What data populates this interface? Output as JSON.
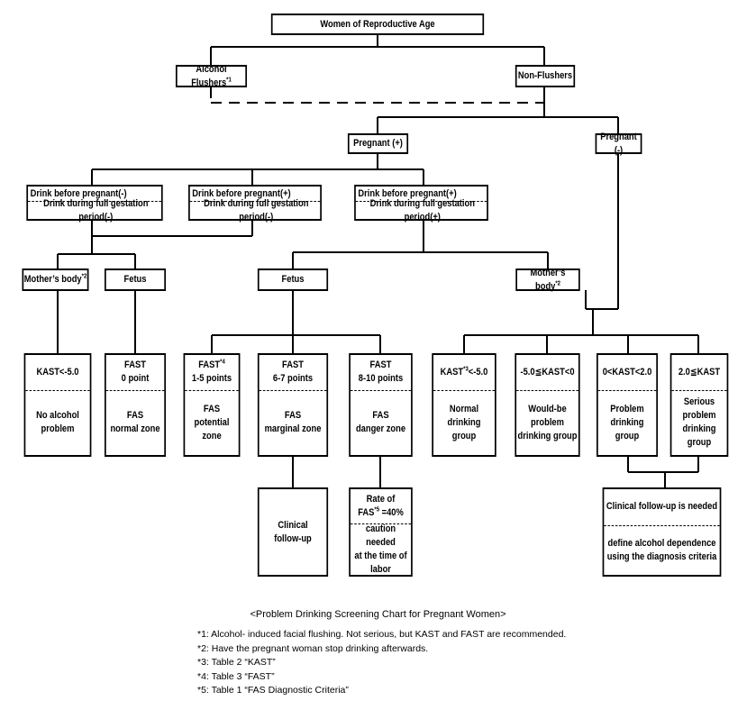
{
  "root": "Women of Reproductive Age",
  "flushers": {
    "label": "Alcohol Flushers",
    "note": "*1"
  },
  "non_flushers": "Non-Flushers",
  "pregnant_pos": "Pregnant (+)",
  "pregnant_neg": "Pregnant (-)",
  "drink_a": {
    "top": "Drink before pregnant(-)",
    "bottom": "Drink during full gestation period(-)"
  },
  "drink_b": {
    "top": "Drink before pregnant(+)",
    "bottom": "Drink during full gestation period(-)"
  },
  "drink_c": {
    "top": "Drink before pregnant(+)",
    "bottom": "Drink during full gestation period(+)"
  },
  "mothers_body_left": {
    "label": "Mother’s body",
    "note": "*2"
  },
  "fetus_left": "Fetus",
  "fetus_mid": "Fetus",
  "mothers_body_right": {
    "label": "Mother’s body",
    "note": "*2"
  },
  "kast_left": {
    "top": "KAST<-5.0",
    "bottom1": "No alcohol",
    "bottom2": "problem"
  },
  "fast_0": {
    "top1": "FAST",
    "top2": "0 point",
    "bottom1": "FAS",
    "bottom2": "normal zone"
  },
  "fast_1_5": {
    "top1": "FAST",
    "note": "*4",
    "top2": "1-5 points",
    "bottom1": "FAS",
    "bottom2": "potential zone"
  },
  "fast_6_7": {
    "top1": "FAST",
    "top2": "6-7 points",
    "bottom1": "FAS",
    "bottom2": "marginal zone"
  },
  "fast_8_10": {
    "top1": "FAST",
    "top2": "8-10 points",
    "bottom1": "FAS",
    "bottom2": "danger zone"
  },
  "kast_normal": {
    "top_pre": "KAST",
    "note": "*3",
    "top_post": "<-5.0",
    "bottom1": "Normal drinking",
    "bottom2": "group"
  },
  "kast_wouldbe": {
    "top": "-5.0≦KAST<0",
    "bottom1": "Would-be",
    "bottom2": "problem",
    "bottom3": "drinking group"
  },
  "kast_problem": {
    "top": "0<KAST<2.0",
    "bottom1": "Problem",
    "bottom2": "drinking",
    "bottom3": "group"
  },
  "kast_serious": {
    "top": "2.0≦KAST",
    "bottom1": "Serious",
    "bottom2": "problem",
    "bottom3": "drinking",
    "bottom4": "group"
  },
  "clinical_followup": {
    "line1": "Clinical",
    "line2": "follow-up"
  },
  "rate_fas": {
    "line1": "Rate of",
    "line2_pre": "FAS",
    "note": "*5",
    "line2_post": " =40%",
    "bottom1": "caution needed",
    "bottom2": "at the time of",
    "bottom3": "labor"
  },
  "clinical_needed": {
    "top": "Clinical follow-up is needed",
    "bottom1": "define alcohol dependence",
    "bottom2": "using the diagnosis criteria"
  },
  "caption": "<Problem Drinking Screening Chart for Pregnant Women>",
  "notes": [
    "*1: Alcohol- induced facial flushing. Not serious, but KAST and FAST are recommended.",
    "*2: Have the pregnant woman stop drinking afterwards.",
    "*3: Table 2 “KAST”",
    "*4: Table 3 “FAST”",
    "*5: Table 1 “FAS Diagnostic Criteria”"
  ]
}
